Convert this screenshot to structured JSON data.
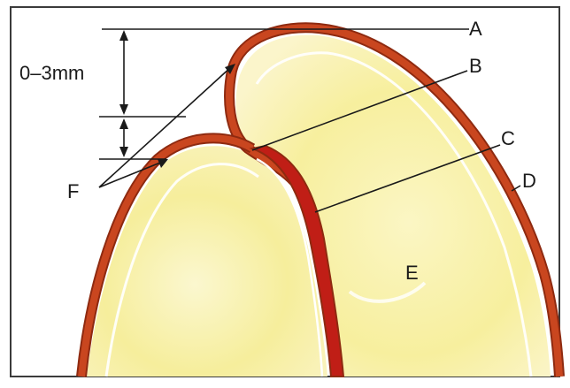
{
  "labels": {
    "a": "A",
    "b": "B",
    "c": "C",
    "d": "D",
    "e": "E",
    "f": "F"
  },
  "measurement": "0–3mm",
  "colors": {
    "frame": "#3b3b3b",
    "outline": "#8e2a10",
    "tissue_red": "#c9461f",
    "cleft_red": "#c01e16",
    "fill_yellow": "#f7f0a6",
    "fill_light": "#fbf7d0",
    "line": "#1a1a1a"
  }
}
